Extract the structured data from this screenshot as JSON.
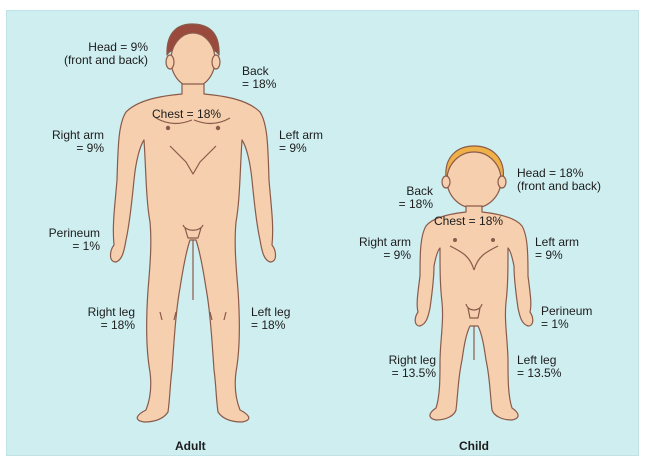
{
  "adult": {
    "caption": "Adult",
    "labels": {
      "head": "Head = 9%\n(front and back)",
      "back": "Back\n= 18%",
      "chest": "Chest = 18%",
      "right_arm": "Right arm\n= 9%",
      "left_arm": "Left arm\n= 9%",
      "perineum": "Perineum\n= 1%",
      "right_leg": "Right leg\n= 18%",
      "left_leg": "Left leg\n= 18%"
    }
  },
  "child": {
    "caption": "Child",
    "labels": {
      "head": "Head = 18%\n(front and back)",
      "back": "Back\n= 18%",
      "chest": "Chest = 18%",
      "right_arm": "Right arm\n= 9%",
      "left_arm": "Left arm\n= 9%",
      "perineum": "Perineum\n= 1%",
      "right_leg": "Right leg\n= 13.5%",
      "left_leg": "Left leg\n= 13.5%"
    }
  },
  "colors": {
    "background": "#cfeef0",
    "skin": "#f6cfae",
    "outline": "#8a5a4a",
    "adult_hair": "#9a4a3c",
    "child_hair": "#f0b048"
  }
}
